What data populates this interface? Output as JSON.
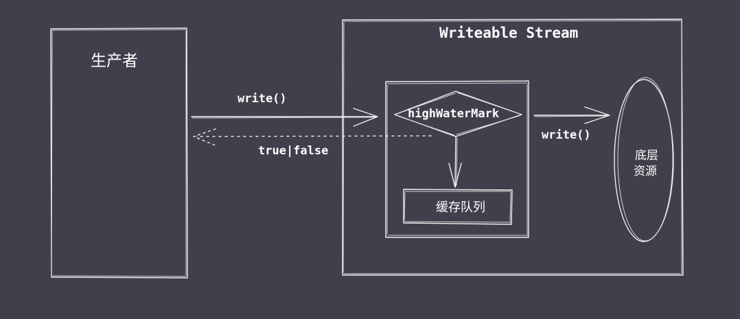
{
  "producer": {
    "label": "生产者"
  },
  "stream": {
    "title": "Writeable Stream"
  },
  "decision": {
    "label": "highWaterMark"
  },
  "queue": {
    "label": "缓存队列"
  },
  "resource": {
    "line1": "底层",
    "line2": "资源"
  },
  "edges": {
    "write_in": "write()",
    "return_value": "true|false",
    "write_out": "write()"
  },
  "colors": {
    "background": "#3f404b",
    "stroke": "#f2f2f2",
    "text": "#ffffff"
  }
}
